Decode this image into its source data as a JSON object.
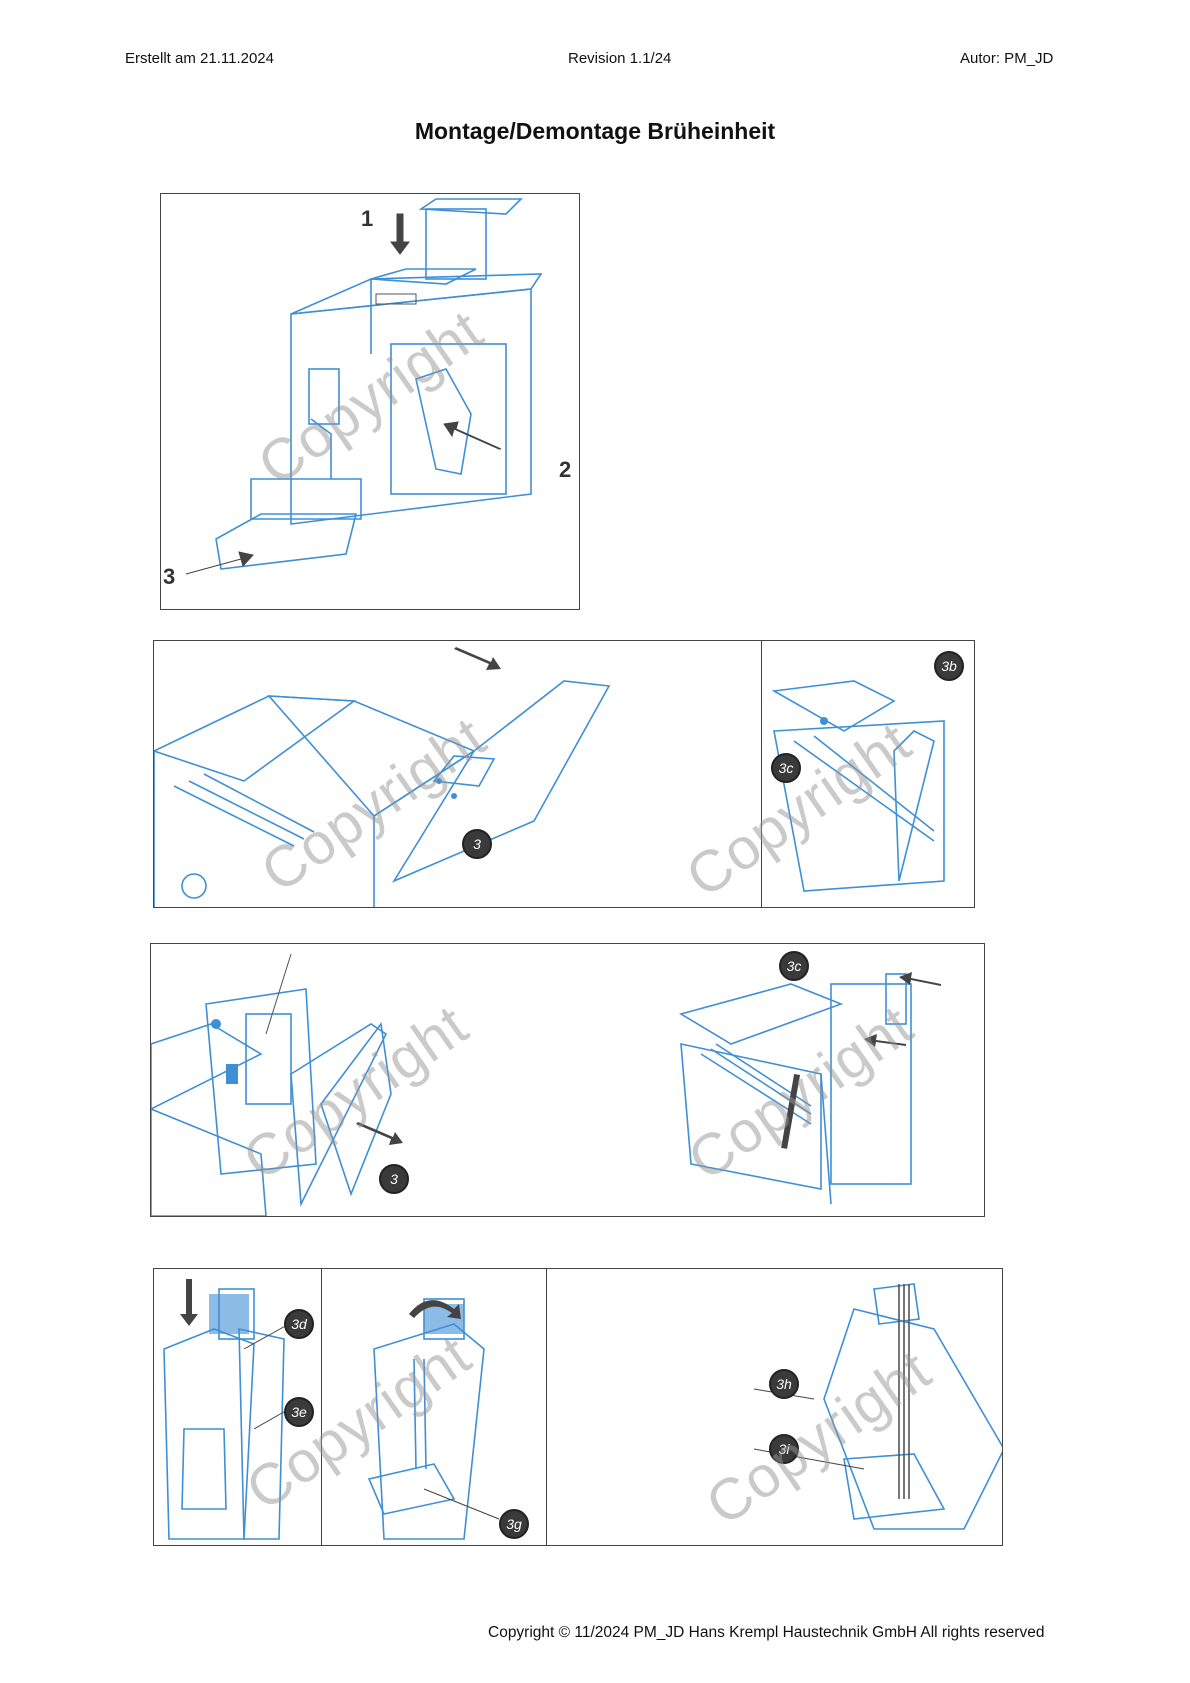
{
  "header": {
    "left": "Erstellt am 21.11.2024",
    "center": "Revision 1.1/24",
    "right": "Autor: PM_JD"
  },
  "title": "Montage/Demontage Brüheinheit",
  "watermark": "Copyright",
  "figure1": {
    "labels": [
      "1",
      "2",
      "3"
    ]
  },
  "figure2": {
    "badges": [
      "3",
      "3b",
      "3c"
    ]
  },
  "figure3": {
    "badges": [
      "3",
      "3c"
    ]
  },
  "figure4": {
    "badges": [
      "3d",
      "3e",
      "3g",
      "3h",
      "3i"
    ]
  },
  "footer": "Copyright © 11/2024 PM_JD Hans Krempl Haustechnik GmbH All rights reserved",
  "colors": {
    "line": "#3f8fd6",
    "arrow": "#444444",
    "border": "#444444"
  }
}
